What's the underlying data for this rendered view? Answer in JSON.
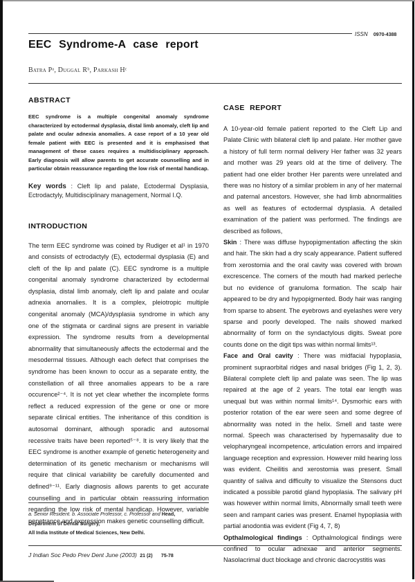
{
  "header": {
    "issn_label": "ISSN",
    "issn_number": "0970-4388",
    "title": "EEC Syndrome-A case report",
    "authors": "Batra Pᵃ, Duggal Rᵇ, Parkash Hᶜ"
  },
  "abstract": {
    "heading": "ABSTRACT",
    "text": "EEC syndrome is a multiple congenital anomaly syndrome characterized by ectodermal dysplasia, distal limb anomaly, cleft lip and palate and ocular adnexia anomalies. A case report of a 10 year old female patient with EEC is presented and it is emphasised that management of these cases requires a multidisciplinary approach. Early diagnosis will allow parents to get accurate counselling and in particular obtain reassurance regarding the low risk of mental handicap."
  },
  "keywords": {
    "label": "Key words",
    "separator": " : ",
    "text": "Cleft lip and palate, Ectodermal Dysplasia, Ectrodactyly, Multidisciplinary management, Normal I.Q."
  },
  "introduction": {
    "heading": "INTRODUCTION",
    "text": "The term EEC syndrome was coined by Rudiger et al¹ in 1970 and consists of ectrodactyly (E), ectodermal dysplasia (E) and cleft of the lip and palate (C). EEC syndrome is a multiple congenital anomaly syndrome characterized by ectodermal dysplasia, distal limb anomaly, cleft lip and palate and ocular adnexia anomalies. It is a complex, pleiotropic multiple congenital anomaly (MCA)/dysplasia syndrome in which any one of the stigmata or cardinal signs are present in variable expression. The syndrome results from a developmental abnormality that simultaneously affects the ectodermal and the mesodermal tissues. Although each defect that comprises the syndrome has been known to occur as a separate entity, the constellation of all three anomalies appears to be a rare occurence²⁻⁴. It is not yet clear whether the incomplete forms reflect a reduced expression of the gene or one or more separate clinical entities. The inheritance of this condition is autosomal dominant, although sporadic and autosomal recessive traits have been reported⁵⁻⁸. It is very likely that the EEC syndrome is another example of genetic heterogeneity and determination of its genetic mechanism or mechanisms will require that clinical variability be carefully documented and defined⁹⁻¹¹. Early diagnosis allows parents to get accurate counselling and in particular obtain reassuring information regarding the low risk of mental handicap. However, variable penetrance and expression makes genetic counselling difficult."
  },
  "case_report": {
    "heading": "CASE REPORT",
    "intro": "A 10-year-old female patient reported to the Cleft Lip and Palate Clinic with bilateral cleft lip and palate. Her mother gave a history of full term normal delivery Her father was 32 years and mother was 29 years old at the time of delivery. The patient had one elder brother Her parents were unrelated and there was no history of a similar problem in any of her maternal and paternal ancestors. However, she had limb abnormalities as well as features of ectodermal dysplasia. A detailed examination of the patient was performed. The findings are described as follows,",
    "skin_label": "Skin",
    "skin_text": " : There was diffuse hypopigmentation affecting the skin and hair. The skin had a dry scaly appearance. Patient suffered from xerostomia and the oral cavity was covered with brown excrescence. The corners of the mouth had marked perleche but no evidence of granuloma formation. The scalp hair appeared to be dry and hypopigmented. Body hair was ranging from sparse to absent. The eyebrows and eyelashes were very sparse and poorly developed. The nails showed marked abnormality of form on the syndactylous digits. Sweat pore counts done on the digit tips was within normal limits¹³.",
    "face_label": "Face and Oral cavity",
    "face_text": " : There was midfacial hypoplasia, prominent supraorbital ridges and nasal bridges (Fig 1, 2, 3). Bilateral complete cleft lip and palate was seen. The lip was repaired at the age of 2 years. The total ear length was unequal but was within normal limits¹⁴. Dysmorhic ears with posterior rotation of the ear were seen and some degree of abnormality was noted in the helix. Smell and taste were normal. Speech was characterised by hypernasality due to velopharyngeal incompetence, articulation errors and impaired language reception and expression. However mild hearing loss was evident. Cheilitis and xerostomia was present. Small quantity of saliva and difficulty to visualize the Stensons duct indicated a possible parotid gland hypoplasia. The salivary pH was however within normal limits, Abnormally small teeth were seen and rampant caries was present. Enamel hypoplasia with partial anodontia was evident (Fig 4, 7, 8)",
    "opth_label": "Opthalmological findings",
    "opth_text": " : Opthalmological findings were confined to ocular adnexae and anterior segments. Nasolacrimal duct blockage and chronic dacrocystitis was"
  },
  "footer": {
    "affiliation_roles": "a. Senior Resident. b. Associate Professor, c. Professor and ",
    "affiliation_head": "Head,",
    "affiliation_dept": "Department of Dental Surgery,",
    "affiliation_inst": "All India Institute of Medical Sciences, New Delhi.",
    "citation_journal": "J Indian Soc Pedo Prev Dent June (2003)",
    "citation_volume": "21 (2)",
    "citation_pages": "75-78"
  }
}
